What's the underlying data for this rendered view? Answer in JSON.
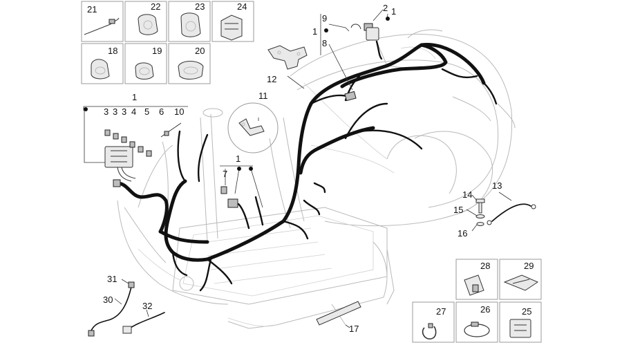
{
  "callouts": {
    "c21": "21",
    "c22": "22",
    "c23": "23",
    "c24": "24",
    "c18": "18",
    "c19": "19",
    "c20": "20",
    "c9": "9",
    "c2": "2",
    "c1_top": "1",
    "c1_mid": "1",
    "c8": "8",
    "c12": "12",
    "c11": "11",
    "c1_left": "1",
    "c3a": "3",
    "c3b": "3",
    "c3c": "3",
    "c4": "4",
    "c5": "5",
    "c6": "6",
    "c10": "10",
    "c1_center": "1",
    "c7": "7",
    "c13": "13",
    "c14": "14",
    "c15": "15",
    "c16": "16",
    "c28": "28",
    "c29": "29",
    "c27": "27",
    "c26": "26",
    "c25": "25",
    "c31": "31",
    "c30": "30",
    "c32": "32",
    "c17": "17"
  }
}
